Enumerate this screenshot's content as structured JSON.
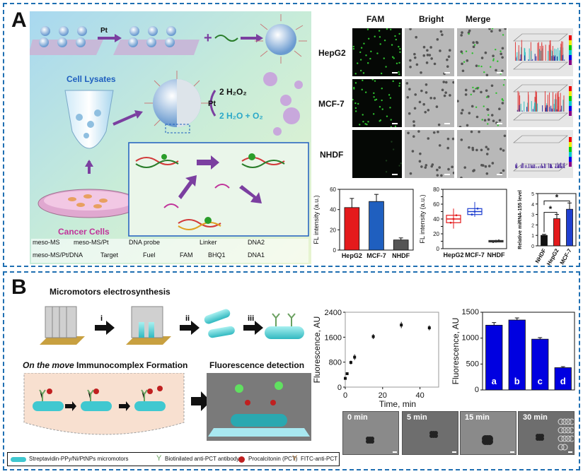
{
  "panelA": {
    "letter": "A",
    "schematic": {
      "pt_arrow": "Pt",
      "cell_lysates": "Cell Lysates",
      "cancer_cells": "Cancer Cells",
      "reaction_pt": "Pt",
      "h2o2": "2 H₂O₂",
      "products": "2 H₂O + O₂",
      "legend": {
        "meso_ms": "meso-MS",
        "meso_ms_pt": "meso-MS/Pt",
        "dna_probe": "DNA probe",
        "linker": "Linker",
        "dna2": "DNA2",
        "meso_ms_pt_dna": "meso-MS/Pt/DNA",
        "target": "Target",
        "fuel": "Fuel",
        "fam": "FAM",
        "bhq1": "BHQ1",
        "dna1": "DNA1"
      }
    },
    "imaging": {
      "columns": [
        "FAM",
        "Bright",
        "Merge"
      ],
      "rows": [
        "HepG2",
        "MCF-7",
        "NHDF"
      ]
    },
    "bar_ylabel": "FL intensity (a.u.)",
    "box_ylabel": "FL intensity (a.u.)",
    "mirna_ylabel": "Relative miRNA-155 level",
    "sig1": "*",
    "sig2": "*"
  },
  "panelB": {
    "letter": "B",
    "electrosynthesis_title": "Micromotors electrosynthesis",
    "steps": [
      "i",
      "ii",
      "iii"
    ],
    "on_the_move_italic": "On the move",
    "immuno_title": " Immunocomplex Formation",
    "fluor_title": "Fluorescence detection",
    "legend": {
      "micromotor": "Streptavidin-PPy/Ni/PtNPs micromotors",
      "antibody": "Biotinilated anti-PCT antibody",
      "pct": "Procalcitonin (PCT)",
      "fitc": "FITC-anti-PCT"
    },
    "time_points": [
      "0 min",
      "5 min",
      "15 min",
      "30 min"
    ]
  },
  "chart_data": [
    {
      "type": "bar",
      "categories": [
        "HepG2",
        "MCF-7",
        "NHDF"
      ],
      "values": [
        42,
        48,
        10
      ],
      "errors": [
        9,
        7,
        2
      ],
      "colors": [
        "#e41a1c",
        "#1f5fbf",
        "#555555"
      ],
      "ylabel": "FL intensity (a.u.)",
      "ylim": [
        0,
        60
      ],
      "yticks": [
        0,
        20,
        40,
        60
      ]
    },
    {
      "type": "box",
      "categories": [
        "HepG2",
        "MCF-7",
        "NHDF"
      ],
      "medians": [
        40,
        50,
        10
      ],
      "q1": [
        35,
        46,
        9
      ],
      "q3": [
        45,
        54,
        11
      ],
      "min": [
        27,
        43,
        8
      ],
      "max": [
        54,
        63,
        12
      ],
      "colors": [
        "#e41a1c",
        "#1f3fd0",
        "#333333"
      ],
      "ylabel": "FL intensity (a.u.)",
      "ylim": [
        0,
        80
      ],
      "yticks": [
        0,
        10,
        20,
        30,
        40,
        50,
        60,
        70,
        80
      ]
    },
    {
      "type": "bar",
      "categories": [
        "NHDF",
        "HepG2",
        "MCF-7"
      ],
      "values": [
        1.0,
        2.6,
        3.5
      ],
      "errors": [
        0.1,
        0.4,
        0.6
      ],
      "colors": [
        "#111111",
        "#e41a1c",
        "#1f3fd0"
      ],
      "ylabel": "Relative miRNA-155 level",
      "ylim": [
        0,
        5
      ],
      "yticks": [
        0,
        1,
        2,
        3,
        4,
        5
      ]
    },
    {
      "type": "scatter",
      "x": [
        0,
        1,
        3,
        5,
        15,
        30,
        45
      ],
      "y": [
        280,
        430,
        790,
        960,
        1620,
        1990,
        1900
      ],
      "errors": [
        30,
        40,
        60,
        90,
        80,
        100,
        80
      ],
      "xlabel": "Time, min",
      "ylabel": "Fluorescence, AU",
      "xlim": [
        0,
        50
      ],
      "ylim": [
        0,
        2400
      ],
      "xticks": [
        0,
        20,
        40
      ],
      "yticks": [
        0,
        800,
        1600,
        2400
      ]
    },
    {
      "type": "bar",
      "categories": [
        "a",
        "b",
        "c",
        "d"
      ],
      "values": [
        1250,
        1350,
        980,
        430
      ],
      "errors": [
        50,
        40,
        30,
        20
      ],
      "color": "#0000e0",
      "ylabel": "Fluorescence, AU",
      "ylim": [
        0,
        1500
      ],
      "yticks": [
        0,
        500,
        1000,
        1500
      ]
    }
  ]
}
